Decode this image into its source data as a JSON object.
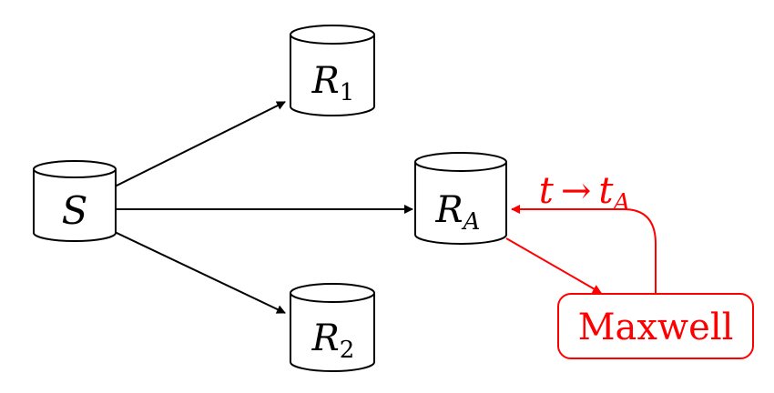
{
  "nodes": {
    "source": {
      "main": "S",
      "sub": ""
    },
    "r1": {
      "main": "R",
      "sub": "1"
    },
    "r2": {
      "main": "R",
      "sub": "2"
    },
    "ra": {
      "main": "R",
      "sub": "A"
    },
    "maxwell": {
      "label": "Maxwell"
    }
  },
  "labels": {
    "transform": {
      "from": "t",
      "arrow": "→",
      "to": "t",
      "to_sub": "A"
    }
  },
  "colors": {
    "ink": "#000000",
    "accent": "#ff0000",
    "background": "#ffffff"
  }
}
